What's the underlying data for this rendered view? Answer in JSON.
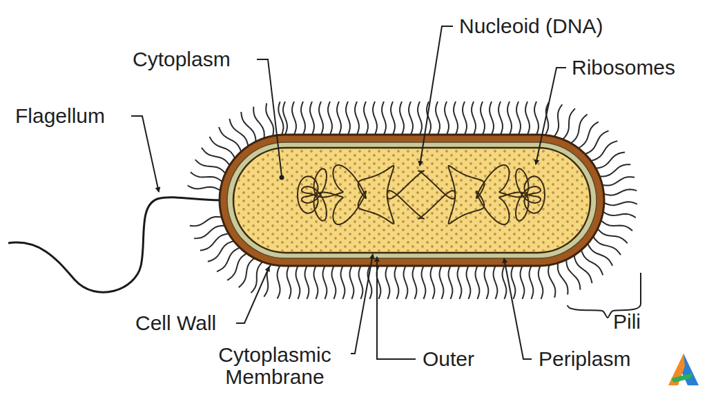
{
  "diagram": {
    "labels": [
      "Cytoplasm",
      "Nucleoid (DNA)",
      "Ribosomes",
      "Flagellum",
      "Cell Wall",
      "Cytoplasmic Membrane",
      "Outer",
      "Periplasm",
      "Pili"
    ]
  }
}
